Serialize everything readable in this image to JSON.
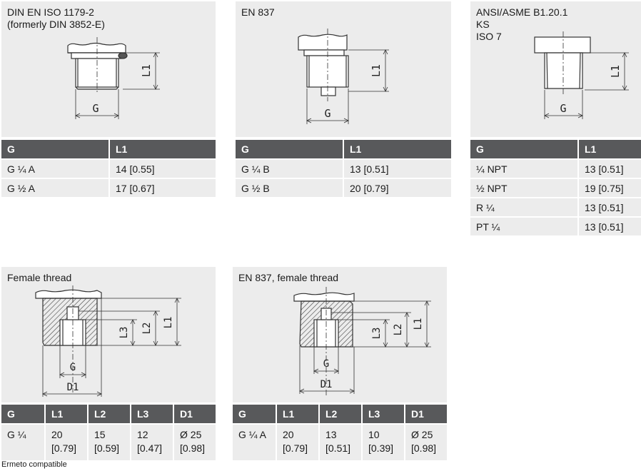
{
  "footnote": "Ermeto compatible",
  "panels": [
    {
      "title": "DIN EN ISO 1179-2\n(formerly DIN 3852-E)",
      "dims": [
        "G",
        "L1"
      ],
      "headers": [
        "G",
        "L1"
      ],
      "rows": [
        [
          "G ¼ A",
          "14 [0.55]"
        ],
        [
          "G ½ A",
          "17 [0.67]"
        ]
      ]
    },
    {
      "title": "EN 837",
      "dims": [
        "G",
        "L1"
      ],
      "headers": [
        "G",
        "L1"
      ],
      "rows": [
        [
          "G ¼ B",
          "13 [0.51]"
        ],
        [
          "G ½ B",
          "20 [0.79]"
        ]
      ]
    },
    {
      "title": "ANSI/ASME B1.20.1\nKS\nISO 7",
      "dims": [
        "G",
        "L1"
      ],
      "headers": [
        "G",
        "L1"
      ],
      "rows": [
        [
          "¼ NPT",
          "13 [0.51]"
        ],
        [
          "½ NPT",
          "19 [0.75]"
        ],
        [
          "R ¼",
          "13 [0.51]"
        ],
        [
          "PT ¼",
          "13 [0.51]"
        ]
      ]
    },
    {
      "title": "Female thread",
      "dims": [
        "G",
        "D1",
        "L1",
        "L2",
        "L3"
      ],
      "headers": [
        "G",
        "L1",
        "L2",
        "L3",
        "D1"
      ],
      "rows": [
        [
          "G ¼",
          "20\n[0.79]",
          "15\n[0.59]",
          "12\n[0.47]",
          "Ø 25\n[0.98]"
        ]
      ]
    },
    {
      "title": "EN 837, female thread",
      "dims": [
        "G",
        "D1",
        "L1",
        "L2",
        "L3"
      ],
      "headers": [
        "G",
        "L1",
        "L2",
        "L3",
        "D1"
      ],
      "rows": [
        [
          "G ¼ A",
          "20\n[0.79]",
          "13\n[0.51]",
          "10\n[0.39]",
          "Ø 25\n[0.98]"
        ]
      ]
    }
  ]
}
